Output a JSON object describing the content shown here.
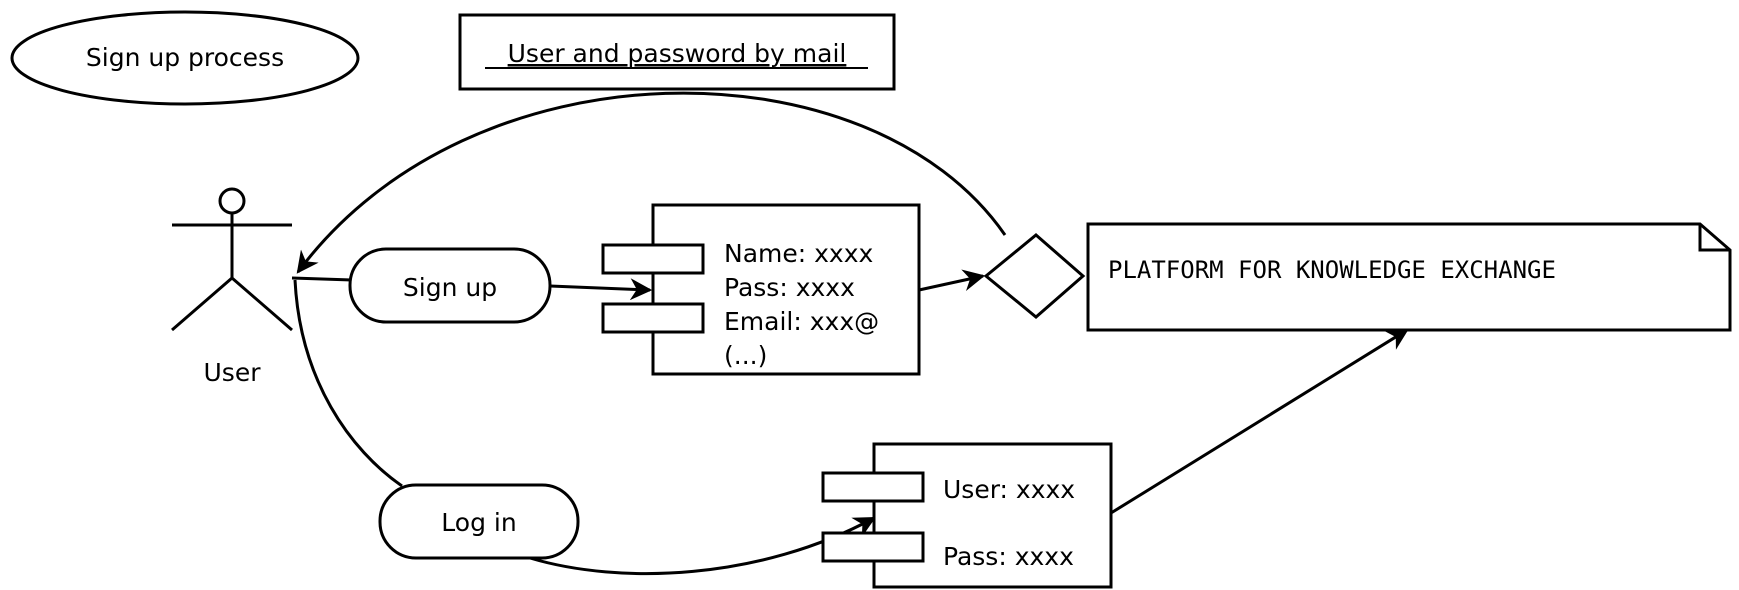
{
  "diagram": {
    "process_label": "Sign up process",
    "mail_note": "User and password by mail",
    "actor_label": "User",
    "signup_usecase": "Sign up",
    "login_usecase": "Log in",
    "signup_form": {
      "lines": [
        "Name: xxxx",
        "Pass: xxxx",
        "Email: xxx@",
        "(...)"
      ]
    },
    "login_form": {
      "lines": [
        "User: xxxx",
        "Pass: xxxx"
      ]
    },
    "platform_label": "PLATFORM FOR KNOWLEDGE EXCHANGE"
  }
}
